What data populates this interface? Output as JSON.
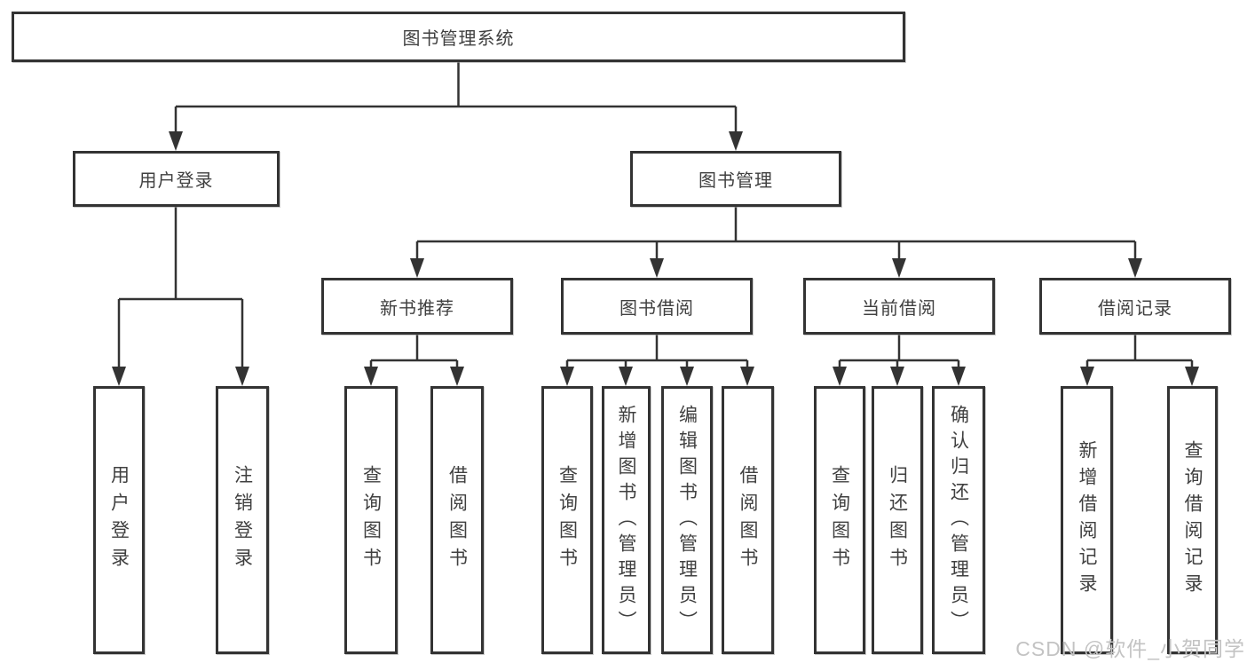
{
  "diagram_title": "图书管理系统",
  "tree": {
    "label": "图书管理系统",
    "children": [
      {
        "label": "用户登录",
        "children": [
          {
            "label": "用户登录"
          },
          {
            "label": "注销登录"
          }
        ]
      },
      {
        "label": "图书管理",
        "children": [
          {
            "label": "新书推荐",
            "children": [
              {
                "label": "查询图书"
              },
              {
                "label": "借阅图书"
              }
            ]
          },
          {
            "label": "图书借阅",
            "children": [
              {
                "label": "查询图书"
              },
              {
                "label": "新增图书（管理员）"
              },
              {
                "label": "编辑图书（管理员）"
              },
              {
                "label": "借阅图书"
              }
            ]
          },
          {
            "label": "当前借阅",
            "children": [
              {
                "label": "查询图书"
              },
              {
                "label": "归还图书"
              },
              {
                "label": "确认归还（管理员）"
              }
            ]
          },
          {
            "label": "借阅记录",
            "children": [
              {
                "label": "新增借阅记录"
              },
              {
                "label": "查询借阅记录"
              }
            ]
          }
        ]
      }
    ]
  },
  "watermark": {
    "text": "CSDN @软件_小贺同学"
  },
  "colors": {
    "line": "#333333",
    "box_border": "#333333",
    "box_fill": "#ffffff",
    "text": "#404040",
    "watermark": "#c3c3c3",
    "background": "#ffffff"
  }
}
